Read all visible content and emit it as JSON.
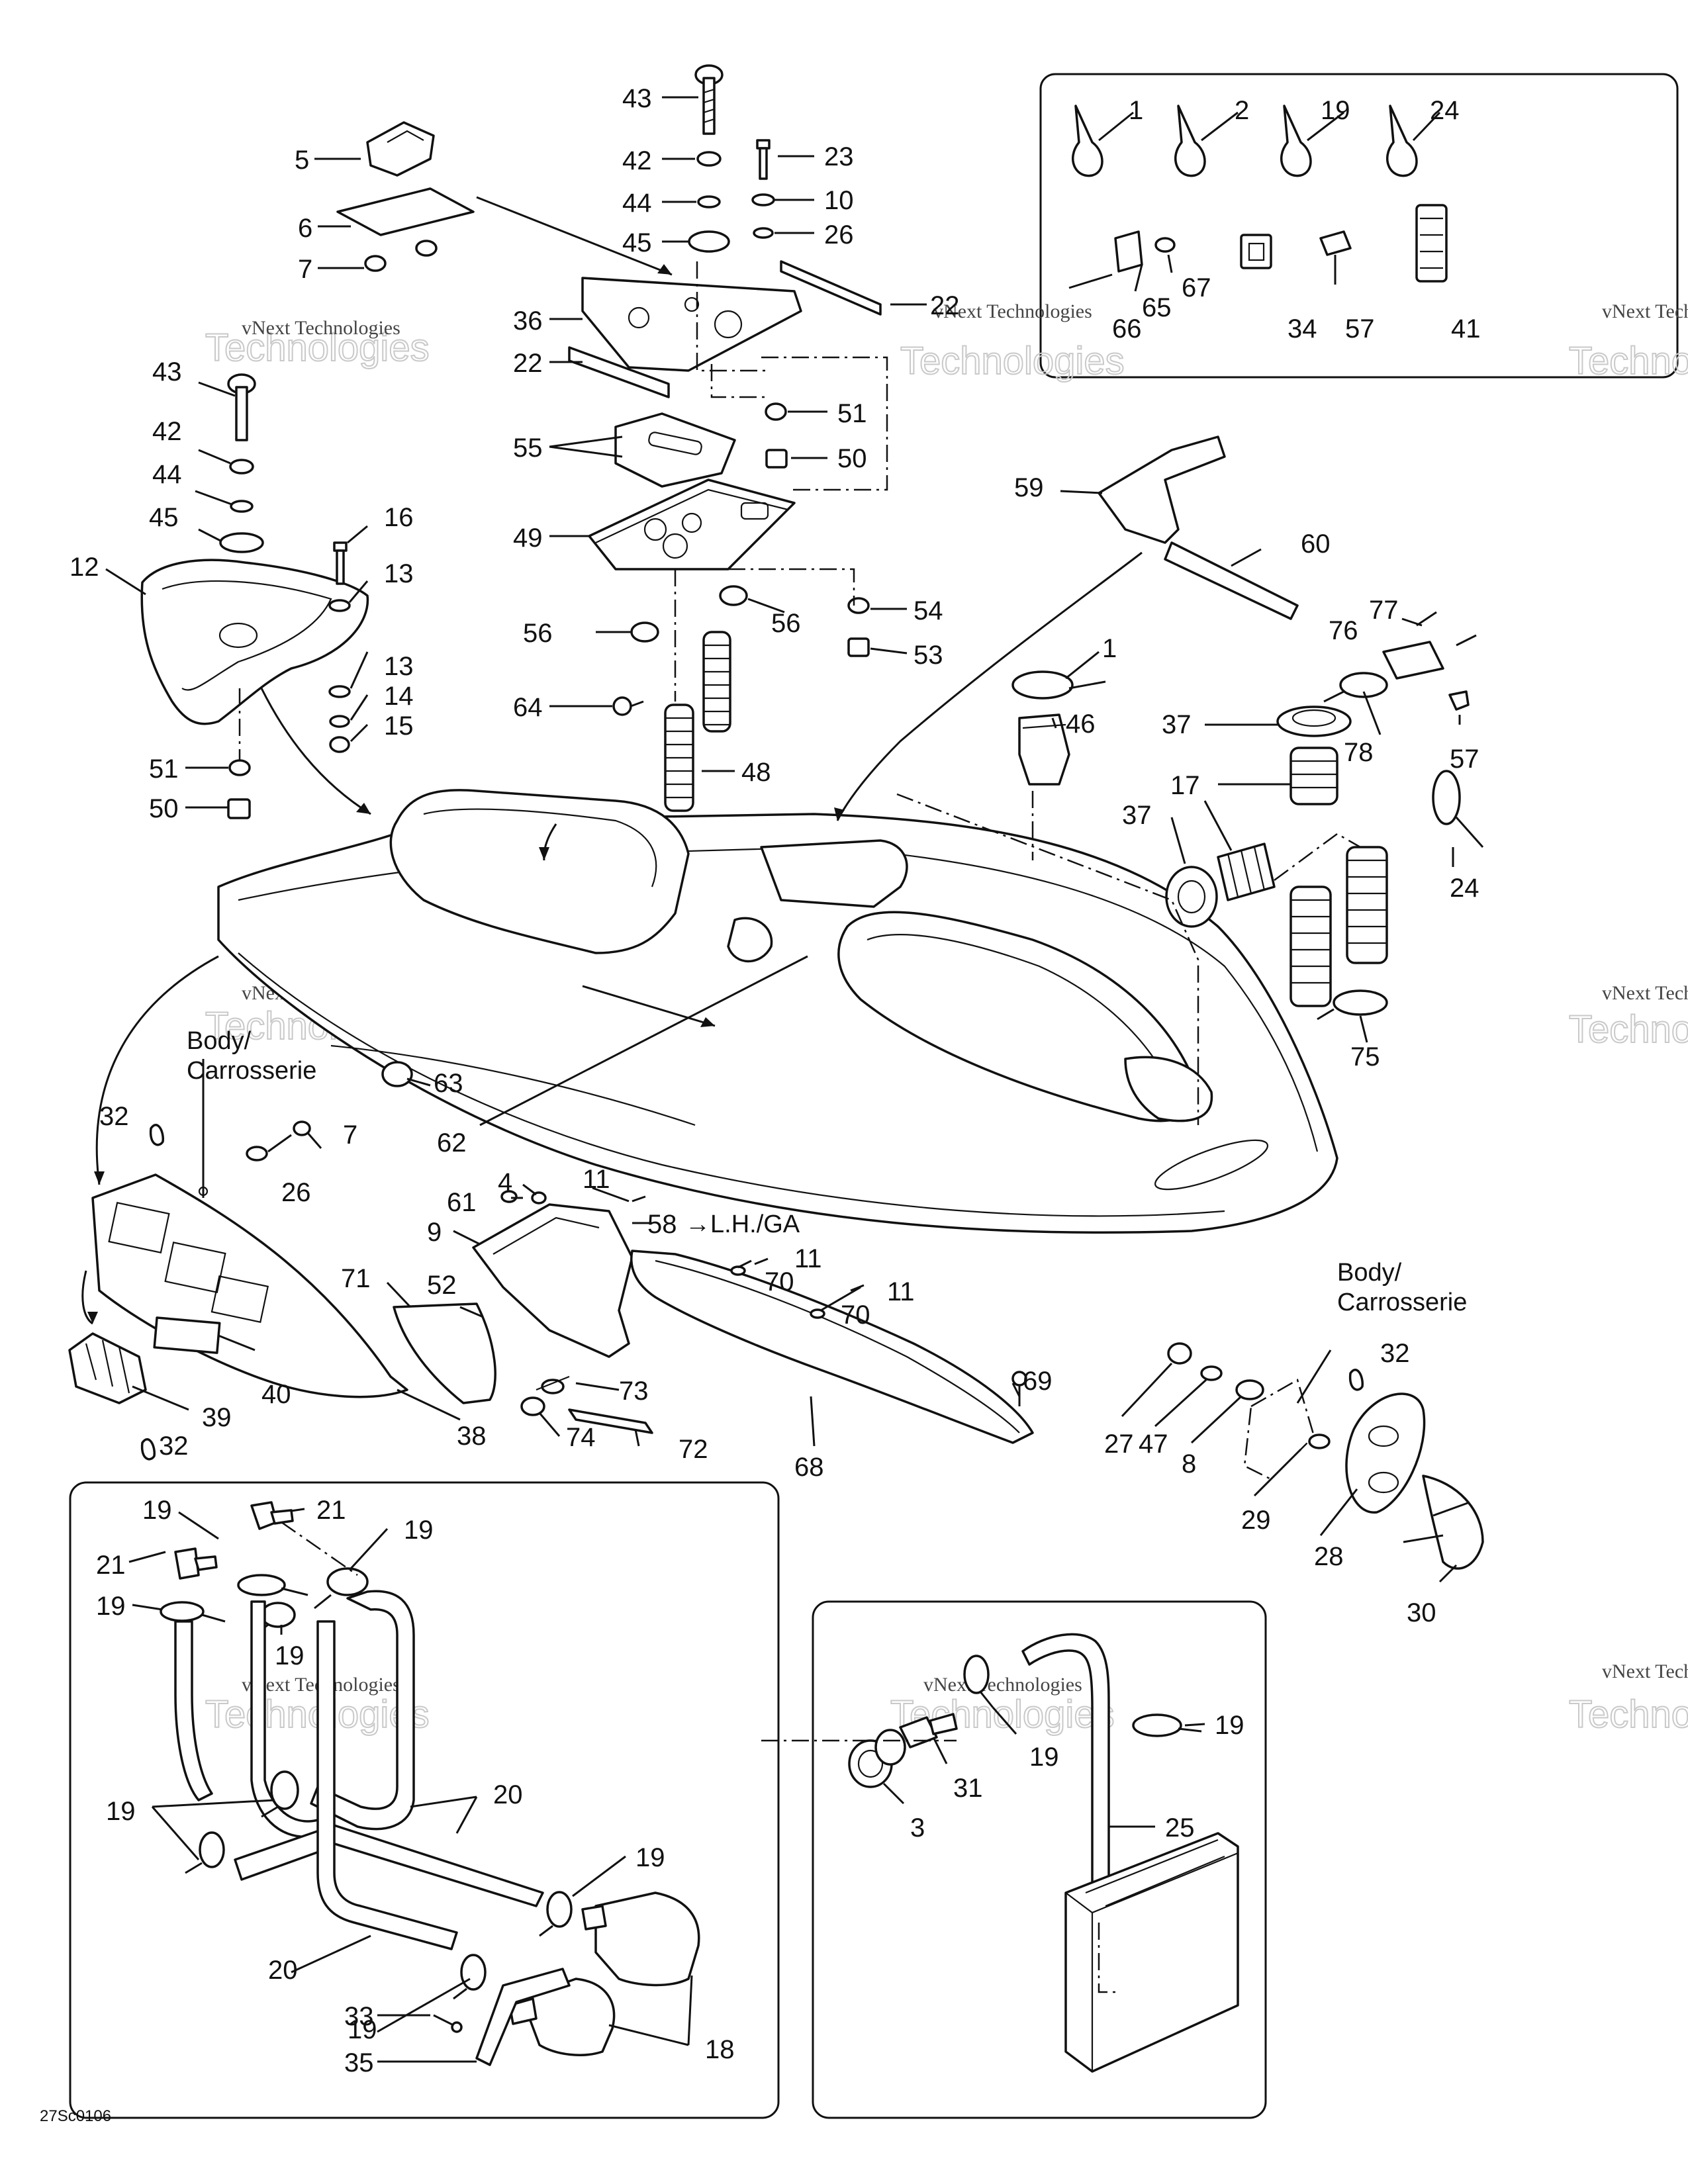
{
  "diagram_code": "27Sc0106",
  "watermark": {
    "line1": "vNext Technologies",
    "line2": "Technologies"
  },
  "body_label": {
    "line1": "Body/",
    "line2": "Carrosserie"
  },
  "side_note": "→L.H./GA",
  "callouts": [
    {
      "id": "c43a",
      "text": "43"
    },
    {
      "id": "c42a",
      "text": "42"
    },
    {
      "id": "c44a",
      "text": "44"
    },
    {
      "id": "c45a",
      "text": "45"
    },
    {
      "id": "c23",
      "text": "23"
    },
    {
      "id": "c10",
      "text": "10"
    },
    {
      "id": "c26a",
      "text": "26"
    },
    {
      "id": "c22a",
      "text": "22"
    },
    {
      "id": "c36",
      "text": "36"
    },
    {
      "id": "c22b",
      "text": "22"
    },
    {
      "id": "c51a",
      "text": "51"
    },
    {
      "id": "c55",
      "text": "55"
    },
    {
      "id": "c50a",
      "text": "50"
    },
    {
      "id": "c49",
      "text": "49"
    },
    {
      "id": "c56a",
      "text": "56"
    },
    {
      "id": "c56b",
      "text": "56"
    },
    {
      "id": "c54",
      "text": "54"
    },
    {
      "id": "c53",
      "text": "53"
    },
    {
      "id": "c64",
      "text": "64"
    },
    {
      "id": "c48",
      "text": "48"
    },
    {
      "id": "c5",
      "text": "5"
    },
    {
      "id": "c6",
      "text": "6"
    },
    {
      "id": "c7a",
      "text": "7"
    },
    {
      "id": "c43b",
      "text": "43"
    },
    {
      "id": "c42b",
      "text": "42"
    },
    {
      "id": "c44b",
      "text": "44"
    },
    {
      "id": "c45b",
      "text": "45"
    },
    {
      "id": "c16",
      "text": "16"
    },
    {
      "id": "c13a",
      "text": "13"
    },
    {
      "id": "c12",
      "text": "12"
    },
    {
      "id": "c13b",
      "text": "13"
    },
    {
      "id": "c14",
      "text": "14"
    },
    {
      "id": "c15",
      "text": "15"
    },
    {
      "id": "c51b",
      "text": "51"
    },
    {
      "id": "c50b",
      "text": "50"
    },
    {
      "id": "c1a",
      "text": "1"
    },
    {
      "id": "c2",
      "text": "2"
    },
    {
      "id": "c19a",
      "text": "19"
    },
    {
      "id": "c24a",
      "text": "24"
    },
    {
      "id": "c67",
      "text": "67"
    },
    {
      "id": "c65",
      "text": "65"
    },
    {
      "id": "c66",
      "text": "66"
    },
    {
      "id": "c34",
      "text": "34"
    },
    {
      "id": "c57a",
      "text": "57"
    },
    {
      "id": "c41",
      "text": "41"
    },
    {
      "id": "c59",
      "text": "59"
    },
    {
      "id": "c60",
      "text": "60"
    },
    {
      "id": "c77",
      "text": "77"
    },
    {
      "id": "c76",
      "text": "76"
    },
    {
      "id": "c1b",
      "text": "1"
    },
    {
      "id": "c46",
      "text": "46"
    },
    {
      "id": "c37a",
      "text": "37"
    },
    {
      "id": "c78",
      "text": "78"
    },
    {
      "id": "c57b",
      "text": "57"
    },
    {
      "id": "c17",
      "text": "17"
    },
    {
      "id": "c37b",
      "text": "37"
    },
    {
      "id": "c24b",
      "text": "24"
    },
    {
      "id": "c75",
      "text": "75"
    },
    {
      "id": "c63",
      "text": "63"
    },
    {
      "id": "c62",
      "text": "62"
    },
    {
      "id": "c32a",
      "text": "32"
    },
    {
      "id": "c7b",
      "text": "7"
    },
    {
      "id": "c26b",
      "text": "26"
    },
    {
      "id": "c4",
      "text": "4"
    },
    {
      "id": "c11a",
      "text": "11"
    },
    {
      "id": "c61",
      "text": "61"
    },
    {
      "id": "c58",
      "text": "58"
    },
    {
      "id": "c9",
      "text": "9"
    },
    {
      "id": "c11b",
      "text": "11"
    },
    {
      "id": "c70a",
      "text": "70"
    },
    {
      "id": "c11c",
      "text": "11"
    },
    {
      "id": "c70b",
      "text": "70"
    },
    {
      "id": "c71",
      "text": "71"
    },
    {
      "id": "c52",
      "text": "52"
    },
    {
      "id": "c73",
      "text": "73"
    },
    {
      "id": "c74",
      "text": "74"
    },
    {
      "id": "c72",
      "text": "72"
    },
    {
      "id": "c40",
      "text": "40"
    },
    {
      "id": "c39",
      "text": "39"
    },
    {
      "id": "c38",
      "text": "38"
    },
    {
      "id": "c32b",
      "text": "32"
    },
    {
      "id": "c68",
      "text": "68"
    },
    {
      "id": "c69",
      "text": "69"
    },
    {
      "id": "c32c",
      "text": "32"
    },
    {
      "id": "c27",
      "text": "27"
    },
    {
      "id": "c47",
      "text": "47"
    },
    {
      "id": "c8",
      "text": "8"
    },
    {
      "id": "c29",
      "text": "29"
    },
    {
      "id": "c28",
      "text": "28"
    },
    {
      "id": "c30",
      "text": "30"
    },
    {
      "id": "c19b",
      "text": "19"
    },
    {
      "id": "c21a",
      "text": "21"
    },
    {
      "id": "c19c",
      "text": "19"
    },
    {
      "id": "c21b",
      "text": "21"
    },
    {
      "id": "c19d",
      "text": "19"
    },
    {
      "id": "c19e",
      "text": "19"
    },
    {
      "id": "c20a",
      "text": "20"
    },
    {
      "id": "c19f",
      "text": "19"
    },
    {
      "id": "c19g",
      "text": "19"
    },
    {
      "id": "c20b",
      "text": "20"
    },
    {
      "id": "c19h",
      "text": "19"
    },
    {
      "id": "c33",
      "text": "33"
    },
    {
      "id": "c35",
      "text": "35"
    },
    {
      "id": "c18",
      "text": "18"
    },
    {
      "id": "c19i",
      "text": "19"
    },
    {
      "id": "c31",
      "text": "31"
    },
    {
      "id": "c3",
      "text": "3"
    },
    {
      "id": "c19j",
      "text": "19"
    },
    {
      "id": "c25",
      "text": "25"
    }
  ]
}
